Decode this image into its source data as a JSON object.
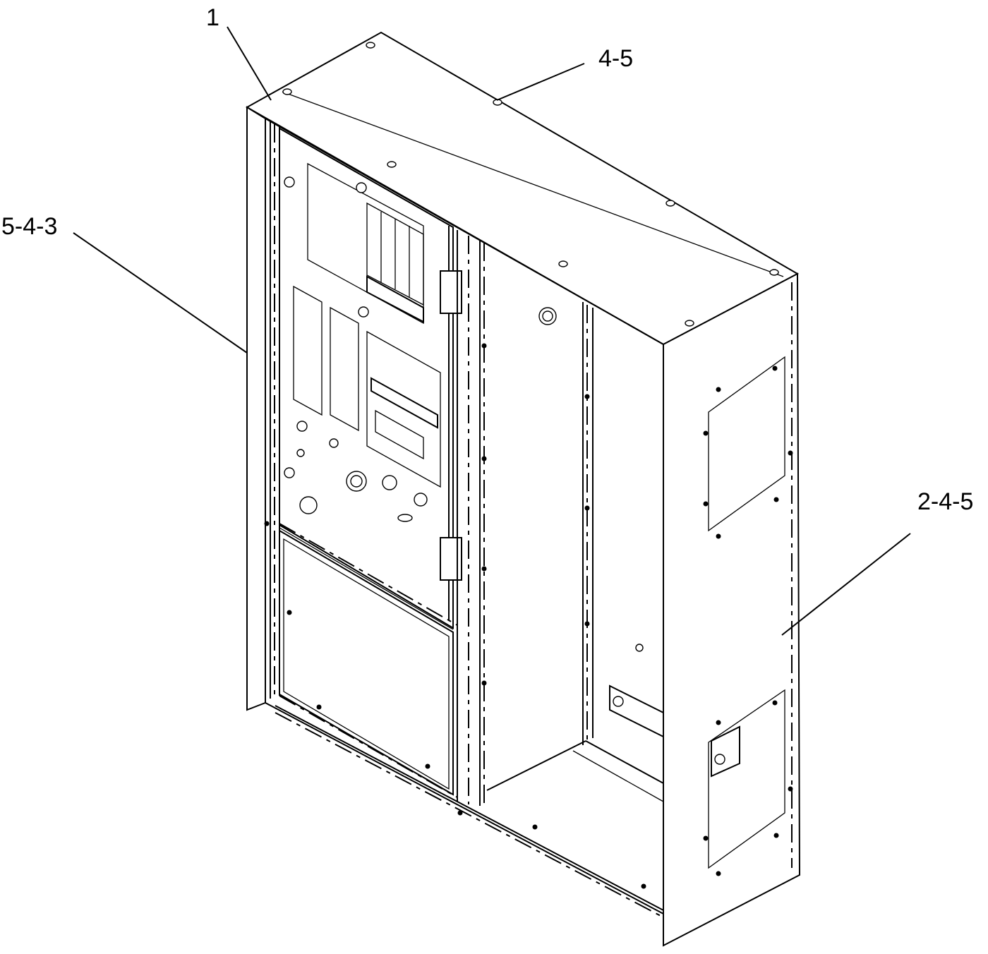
{
  "diagram": {
    "callouts": [
      {
        "id": "c1",
        "label": "1"
      },
      {
        "id": "c2",
        "label": "4-5"
      },
      {
        "id": "c3",
        "label": "5-4-3"
      },
      {
        "id": "c4",
        "label": "2-4-5"
      }
    ]
  }
}
